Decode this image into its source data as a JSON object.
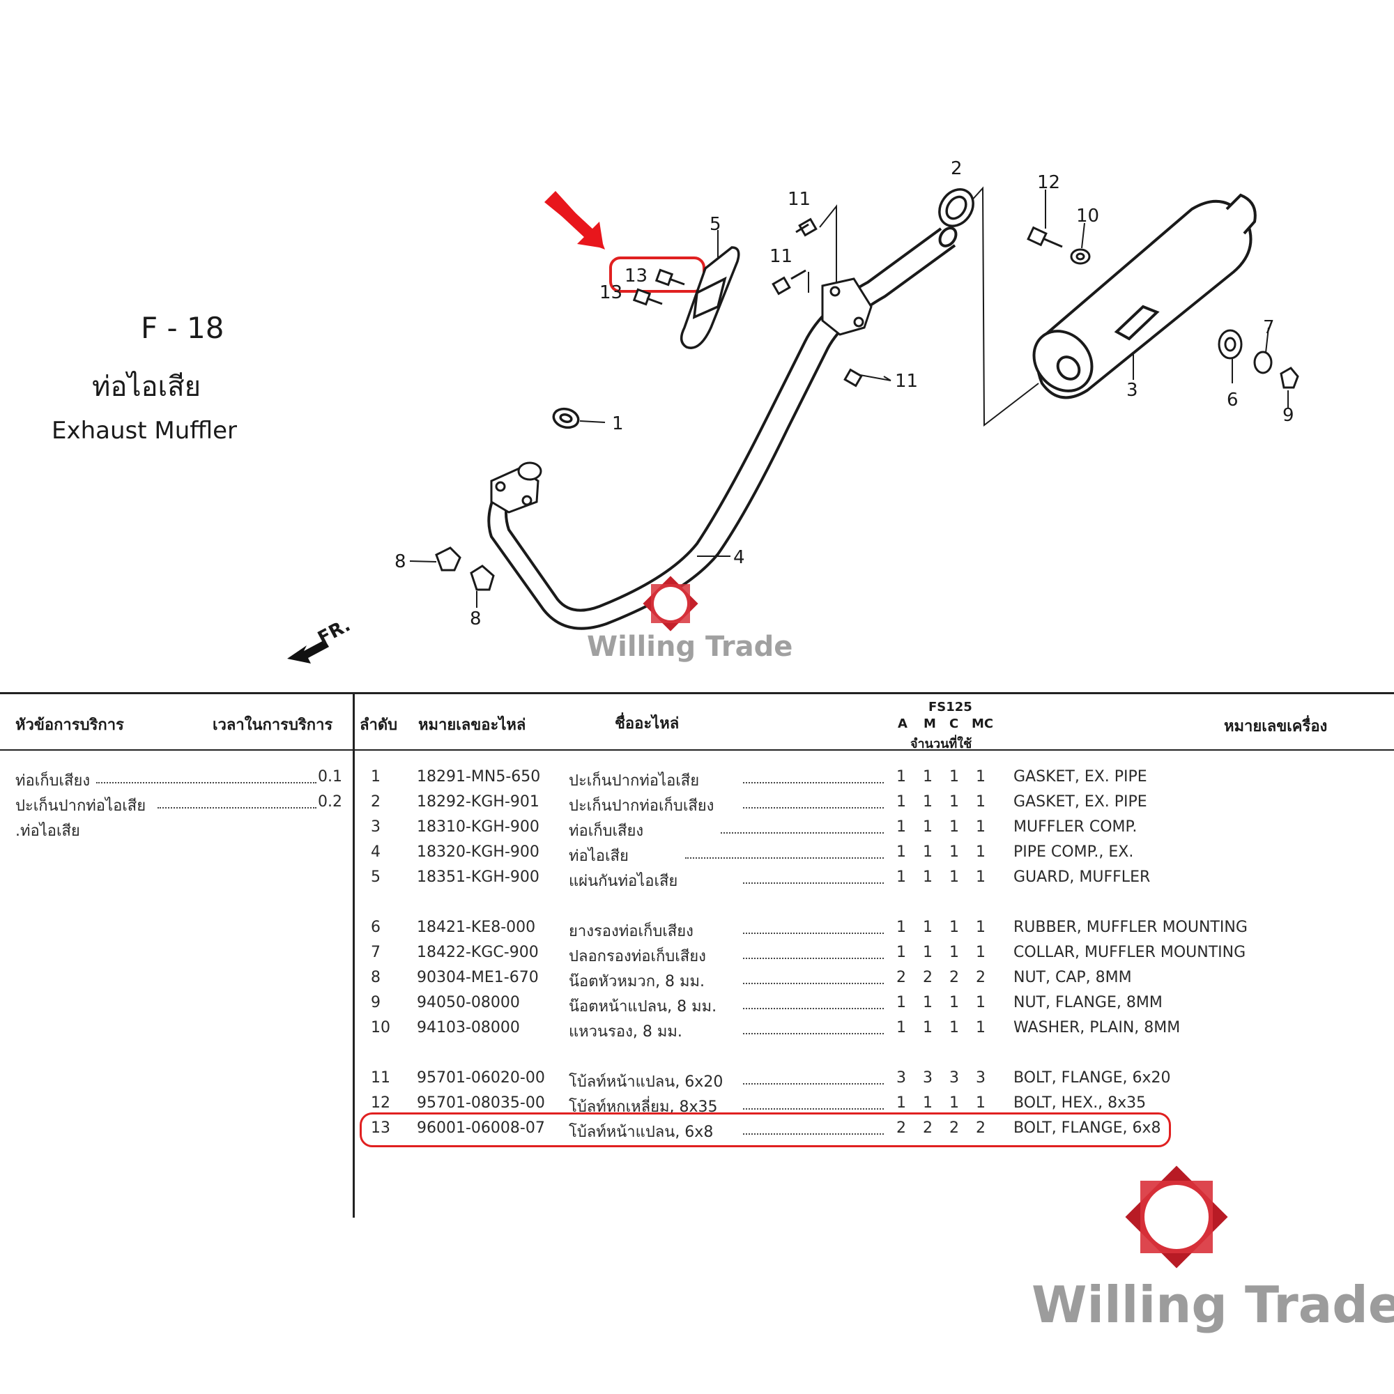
{
  "header": {
    "code": "F - 18",
    "title_th": "ท่อไอเสีย",
    "title_en": "Exhaust Muffler"
  },
  "diagram": {
    "callouts": [
      "1",
      "2",
      "3",
      "4",
      "5",
      "6",
      "7",
      "8",
      "8",
      "9",
      "10",
      "11",
      "11",
      "11",
      "12",
      "13",
      "13"
    ],
    "front_label": "FR.",
    "highlight_color": "#e02020"
  },
  "watermark": {
    "text": "Willing Trade",
    "color": "#c4202a"
  },
  "table": {
    "headers": {
      "service_topic": "หัวข้อการบริการ",
      "service_time": "เวลาในการบริการ",
      "index": "ลำดับ",
      "part_number": "หมายเลขอะไหล่",
      "part_name": "ชื่ออะไหล่",
      "model": "FS125",
      "variants": [
        "A",
        "M",
        "C",
        "MC"
      ],
      "qty_label": "จำนวนที่ใช้",
      "engine_number": "หมายเลขเครื่อง"
    },
    "services": [
      {
        "name": "ท่อเก็บเสียง",
        "time": "0.1"
      },
      {
        "name": "ปะเก็นปากท่อไอเสีย",
        "time": "0.2"
      },
      {
        "name": ".ท่อไอเสีย",
        "time": ""
      }
    ],
    "rows": [
      {
        "no": "1",
        "part": "18291-MN5-650",
        "th": "ปะเก็นปากท่อไอเสีย",
        "qty": [
          "1",
          "1",
          "1",
          "1"
        ],
        "en": "GASKET, EX. PIPE"
      },
      {
        "no": "2",
        "part": "18292-KGH-901",
        "th": "ปะเก็นปากท่อเก็บเสียง",
        "qty": [
          "1",
          "1",
          "1",
          "1"
        ],
        "en": "GASKET, EX. PIPE"
      },
      {
        "no": "3",
        "part": "18310-KGH-900",
        "th": "ท่อเก็บเสียง",
        "qty": [
          "1",
          "1",
          "1",
          "1"
        ],
        "en": "MUFFLER COMP."
      },
      {
        "no": "4",
        "part": "18320-KGH-900",
        "th": "ท่อไอเสีย",
        "qty": [
          "1",
          "1",
          "1",
          "1"
        ],
        "en": "PIPE COMP., EX."
      },
      {
        "no": "5",
        "part": "18351-KGH-900",
        "th": "แผ่นกันท่อไอเสีย",
        "qty": [
          "1",
          "1",
          "1",
          "1"
        ],
        "en": "GUARD, MUFFLER"
      },
      {
        "no": "6",
        "part": "18421-KE8-000",
        "th": "ยางรองท่อเก็บเสียง",
        "qty": [
          "1",
          "1",
          "1",
          "1"
        ],
        "en": "RUBBER, MUFFLER MOUNTING"
      },
      {
        "no": "7",
        "part": "18422-KGC-900",
        "th": "ปลอกรองท่อเก็บเสียง",
        "qty": [
          "1",
          "1",
          "1",
          "1"
        ],
        "en": "COLLAR, MUFFLER MOUNTING"
      },
      {
        "no": "8",
        "part": "90304-ME1-670",
        "th": "น๊อตหัวหมวก, 8 มม.",
        "qty": [
          "2",
          "2",
          "2",
          "2"
        ],
        "en": "NUT, CAP, 8MM"
      },
      {
        "no": "9",
        "part": "94050-08000",
        "th": "น๊อตหน้าแปลน, 8 มม.",
        "qty": [
          "1",
          "1",
          "1",
          "1"
        ],
        "en": "NUT, FLANGE, 8MM"
      },
      {
        "no": "10",
        "part": "94103-08000",
        "th": "แหวนรอง, 8 มม.",
        "qty": [
          "1",
          "1",
          "1",
          "1"
        ],
        "en": "WASHER, PLAIN, 8MM"
      },
      {
        "no": "11",
        "part": "95701-06020-00",
        "th": "โบ้ลท์หน้าแปลน, 6x20",
        "qty": [
          "3",
          "3",
          "3",
          "3"
        ],
        "en": "BOLT, FLANGE, 6x20"
      },
      {
        "no": "12",
        "part": "95701-08035-00",
        "th": "โบ้ลท์หกเหลี่ยม, 8x35",
        "qty": [
          "1",
          "1",
          "1",
          "1"
        ],
        "en": "BOLT, HEX., 8x35"
      },
      {
        "no": "13",
        "part": "96001-06008-07",
        "th": "โบ้ลท์หน้าแปลน, 6x8",
        "qty": [
          "2",
          "2",
          "2",
          "2"
        ],
        "en": "BOLT, FLANGE, 6x8",
        "highlighted": true
      }
    ]
  }
}
